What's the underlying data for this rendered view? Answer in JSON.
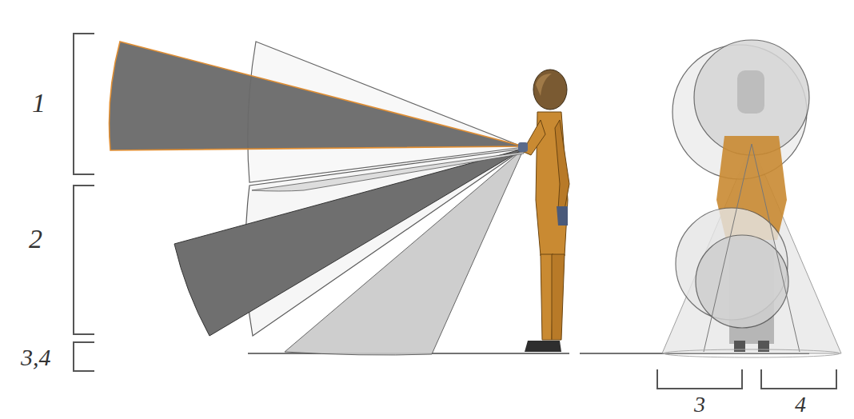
{
  "diagram": {
    "labels": [
      "1",
      "2",
      "3,4",
      "3",
      "4"
    ]
  }
}
